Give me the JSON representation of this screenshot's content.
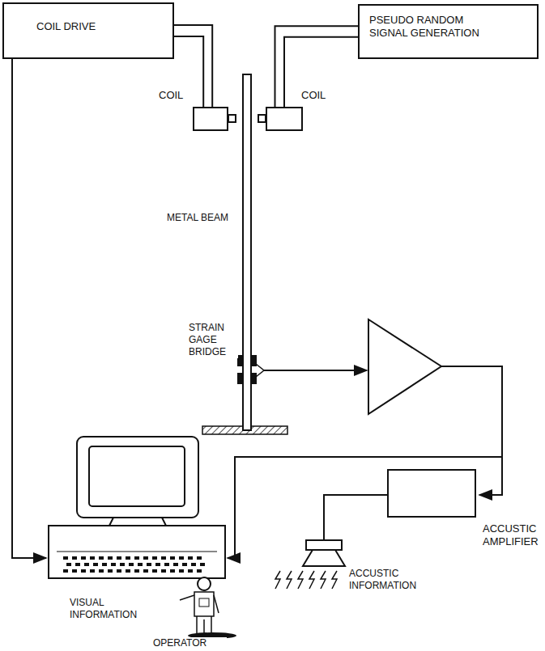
{
  "diagram": {
    "nodes": [
      {
        "text": [
          "COIL DRIVE"
        ]
      },
      {
        "text": [
          "PSEUDO RANDOM SIGNAL GENERATION"
        ]
      },
      {
        "text": [
          "COIL"
        ]
      },
      {
        "text": [
          "COIL"
        ]
      },
      {
        "text": [
          "ACCUSTIC AMPLIFIER"
        ]
      }
    ],
    "edges": [
      {
        "from": 0,
        "to": 2,
        "arrow": "none"
      },
      {
        "from": 1,
        "to": 3,
        "arrow": "none"
      }
    ],
    "labels": [
      "METAL BEAM",
      "STRAIN GAGE BRIDGE",
      "ACCUSTIC INFORMATION",
      "VISUAL INFORMATION",
      "OPERATOR"
    ]
  }
}
